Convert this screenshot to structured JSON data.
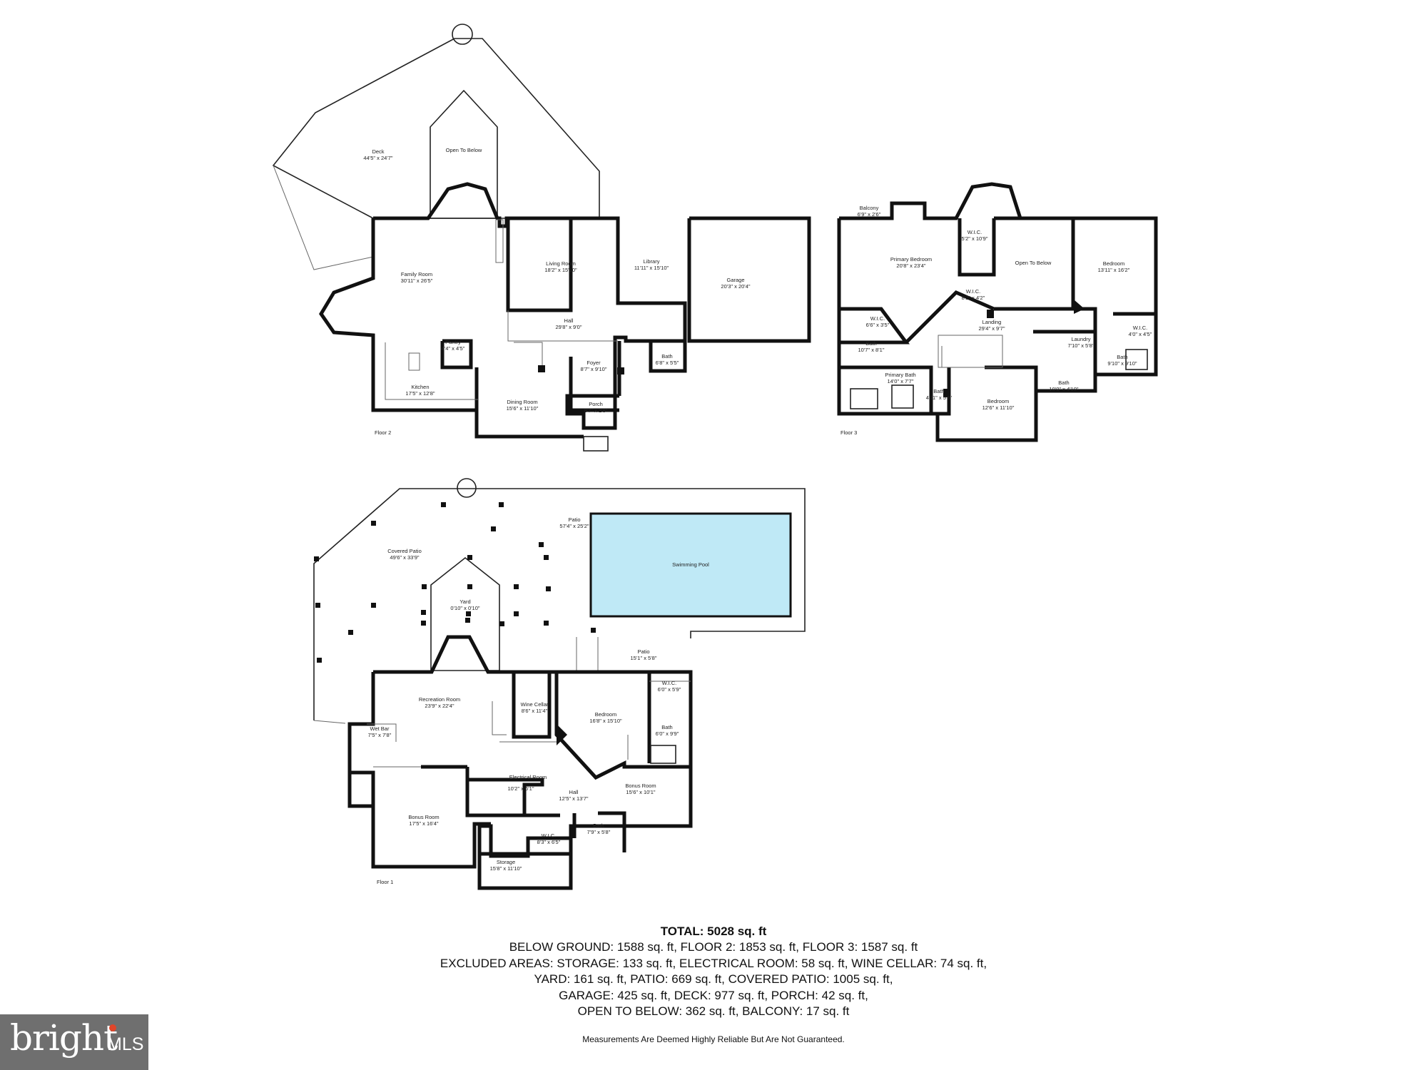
{
  "floors": {
    "floor2": {
      "label": "Floor 2",
      "rooms": [
        {
          "name": "Deck",
          "dims": "44'5\" x 24'7\""
        },
        {
          "name": "Open To Below",
          "dims": ""
        },
        {
          "name": "Family Room",
          "dims": "30'11\" x 26'5\""
        },
        {
          "name": "Living Room",
          "dims": "18'2\" x 15'10\""
        },
        {
          "name": "Library",
          "dims": "11'11\" x 15'10\""
        },
        {
          "name": "Garage",
          "dims": "20'3\" x 20'4\""
        },
        {
          "name": "Hall",
          "dims": "29'8\" x 9'0\""
        },
        {
          "name": "Pantry",
          "dims": "4'4\" x 4'5\""
        },
        {
          "name": "Foyer",
          "dims": "8'7\" x 9'10\""
        },
        {
          "name": "Bath",
          "dims": "6'8\" x 5'5\""
        },
        {
          "name": "Kitchen",
          "dims": "17'5\" x 12'8\""
        },
        {
          "name": "Dining Room",
          "dims": "15'6\" x 11'10\""
        },
        {
          "name": "Porch",
          "dims": "8'7\" x 2'8\""
        }
      ]
    },
    "floor3": {
      "label": "Floor 3",
      "rooms": [
        {
          "name": "Balcony",
          "dims": "6'9\" x 2'6\""
        },
        {
          "name": "W.I.C.",
          "dims": "5'2\" x 10'9\""
        },
        {
          "name": "Primary Bedroom",
          "dims": "20'8\" x 23'4\""
        },
        {
          "name": "Open To Below",
          "dims": ""
        },
        {
          "name": "Bedroom",
          "dims": "13'11\" x 16'2\""
        },
        {
          "name": "W.I.C.",
          "dims": "8'2\" x 4'2\""
        },
        {
          "name": "W.I.C.",
          "dims": "6'6\" x 3'5\""
        },
        {
          "name": "Landing",
          "dims": "29'4\" x 9'7\""
        },
        {
          "name": "Bath",
          "dims": "10'7\" x 8'1\""
        },
        {
          "name": "Laundry",
          "dims": "7'10\" x 5'8\""
        },
        {
          "name": "W.I.C.",
          "dims": "4'0\" x 4'5\""
        },
        {
          "name": "Bath",
          "dims": "9'10\" x 9'10\""
        },
        {
          "name": "Primary Bath",
          "dims": "14'0\" x 7'7\""
        },
        {
          "name": "Bath",
          "dims": "4'11\" x 5'9\""
        },
        {
          "name": "Bath",
          "dims": "10'0\" x 4'10\""
        },
        {
          "name": "Bedroom",
          "dims": "12'6\" x 11'10\""
        }
      ]
    },
    "floor1": {
      "label": "Floor 1",
      "rooms": [
        {
          "name": "Patio",
          "dims": "57'4\" x 25'2\""
        },
        {
          "name": "Covered Patio",
          "dims": "49'6\" x 33'9\""
        },
        {
          "name": "Swimming Pool",
          "dims": ""
        },
        {
          "name": "Yard",
          "dims": "0'10\" x 0'10\""
        },
        {
          "name": "Patio",
          "dims": "15'1\" x 5'8\""
        },
        {
          "name": "W.I.C.",
          "dims": "6'0\" x 5'9\""
        },
        {
          "name": "Recreation Room",
          "dims": "23'9\" x 22'4\""
        },
        {
          "name": "Wine Cellar",
          "dims": "8'6\" x 11'4\""
        },
        {
          "name": "Bedroom",
          "dims": "16'8\" x 15'10\""
        },
        {
          "name": "Bath",
          "dims": "6'0\" x 9'9\""
        },
        {
          "name": "Wet Bar",
          "dims": "7'5\" x 7'8\""
        },
        {
          "name": "Electrical Room",
          "dims": ""
        },
        {
          "name": "",
          "dims": "10'2\" x 6'1\""
        },
        {
          "name": "Bonus Room",
          "dims": "15'6\" x 10'1\""
        },
        {
          "name": "Hall",
          "dims": "12'5\" x 13'7\""
        },
        {
          "name": "Bonus Room",
          "dims": "17'5\" x 16'4\""
        },
        {
          "name": "W.I.C.",
          "dims": "8'3\" x 6'5\""
        },
        {
          "name": "Bath",
          "dims": "7'9\" x 5'8\""
        },
        {
          "name": "Storage",
          "dims": "15'8\" x 11'10\""
        }
      ]
    }
  },
  "summary": {
    "total": "TOTAL: 5028 sq. ft",
    "lines": [
      "BELOW GROUND: 1588 sq. ft, FLOOR 2: 1853 sq. ft, FLOOR 3: 1587 sq. ft",
      "EXCLUDED AREAS: STORAGE: 133 sq. ft, ELECTRICAL ROOM: 58 sq. ft, WINE CELLAR: 74 sq. ft,",
      "YARD: 161 sq. ft, PATIO: 669 sq. ft, COVERED PATIO: 1005 sq. ft,",
      "GARAGE: 425 sq. ft, DECK: 977 sq. ft, PORCH: 42 sq. ft,",
      "OPEN TO BELOW: 362 sq. ft, BALCONY: 17 sq. ft"
    ],
    "disclaimer": "Measurements Are Deemed Highly Reliable But Are Not Guaranteed."
  },
  "branding": {
    "logo_word": "bright",
    "logo_suffix": "MLS",
    "accent_color": "#e0452a",
    "logo_bg": "#6f6f6f"
  },
  "colors": {
    "wall": "#111111",
    "pool": "#bfe9f6"
  }
}
